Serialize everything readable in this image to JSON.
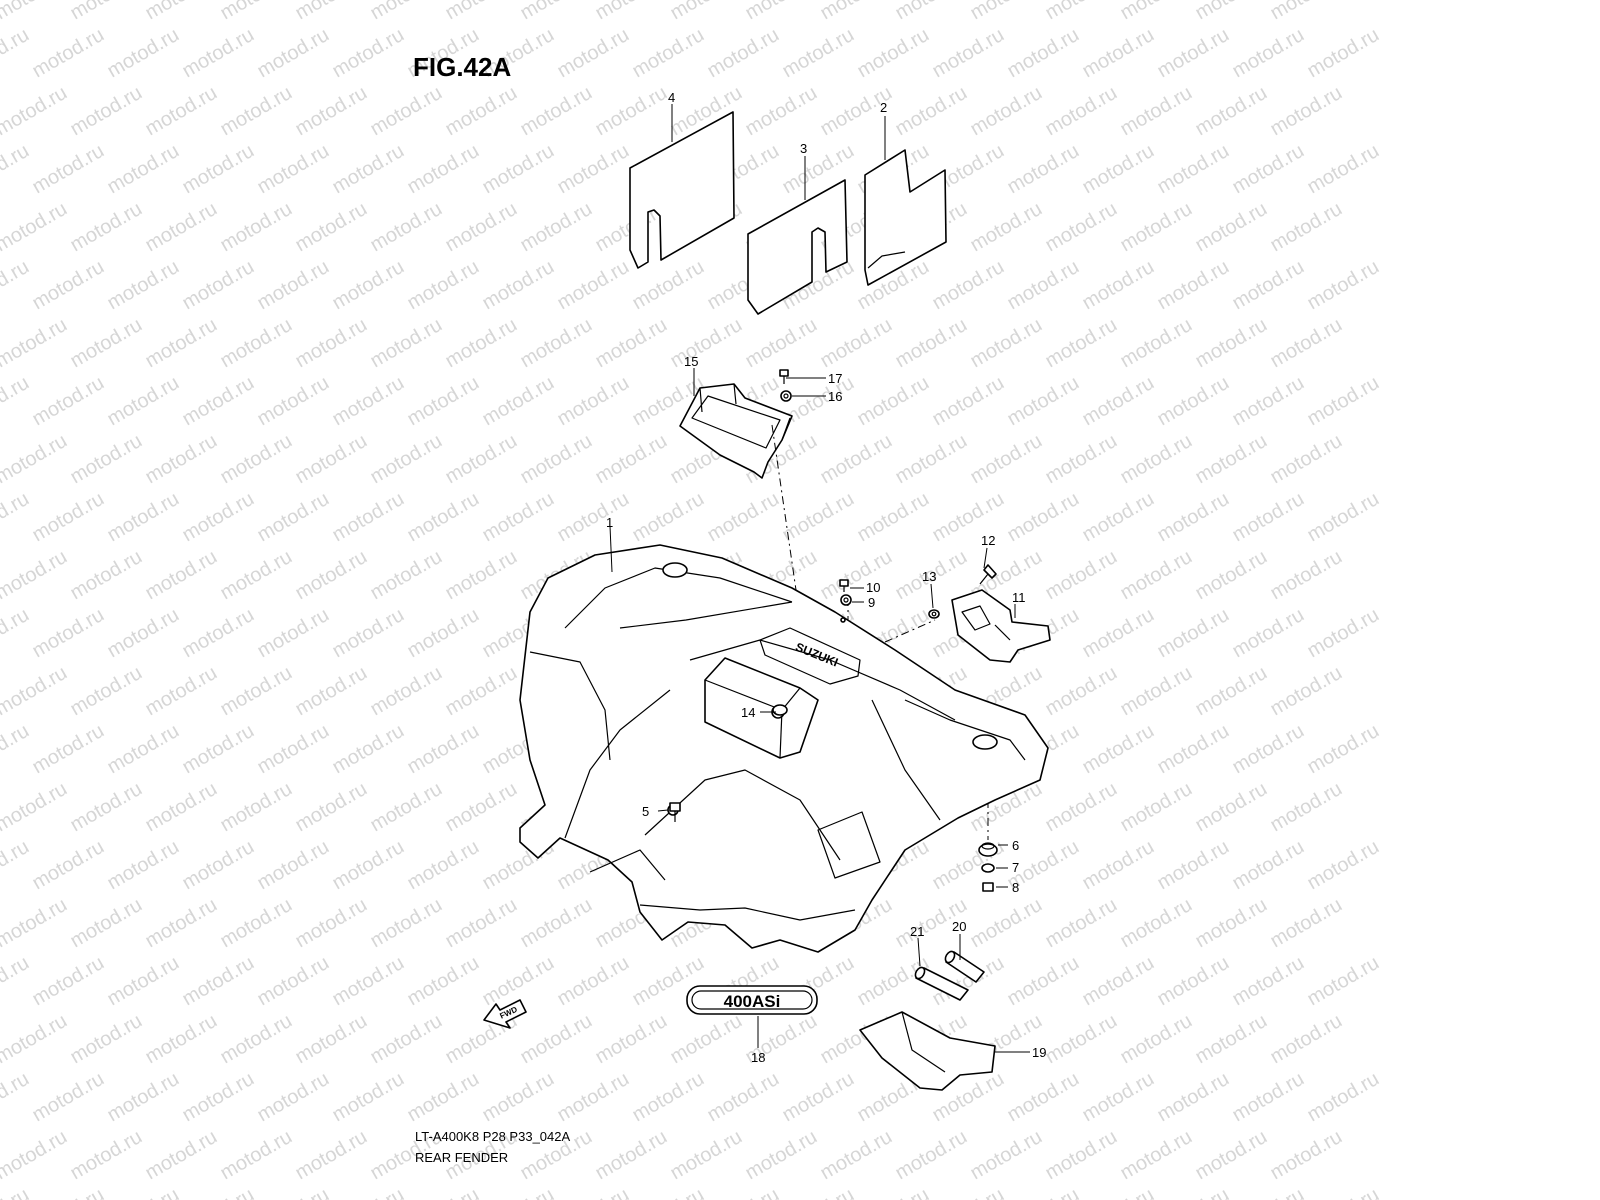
{
  "figure": {
    "title": "FIG.42A",
    "code": "LT-A400K8 P28 P33_042A",
    "name": "REAR FENDER"
  },
  "watermark": "motod.ru",
  "callouts": [
    "1",
    "2",
    "3",
    "4",
    "5",
    "6",
    "7",
    "8",
    "9",
    "10",
    "11",
    "12",
    "13",
    "14",
    "15",
    "16",
    "17",
    "18",
    "19",
    "20",
    "21"
  ],
  "emblems": {
    "model_badge": "400ASi",
    "fender_brand": "SUZUKI",
    "direction_arrow": "FWD"
  }
}
